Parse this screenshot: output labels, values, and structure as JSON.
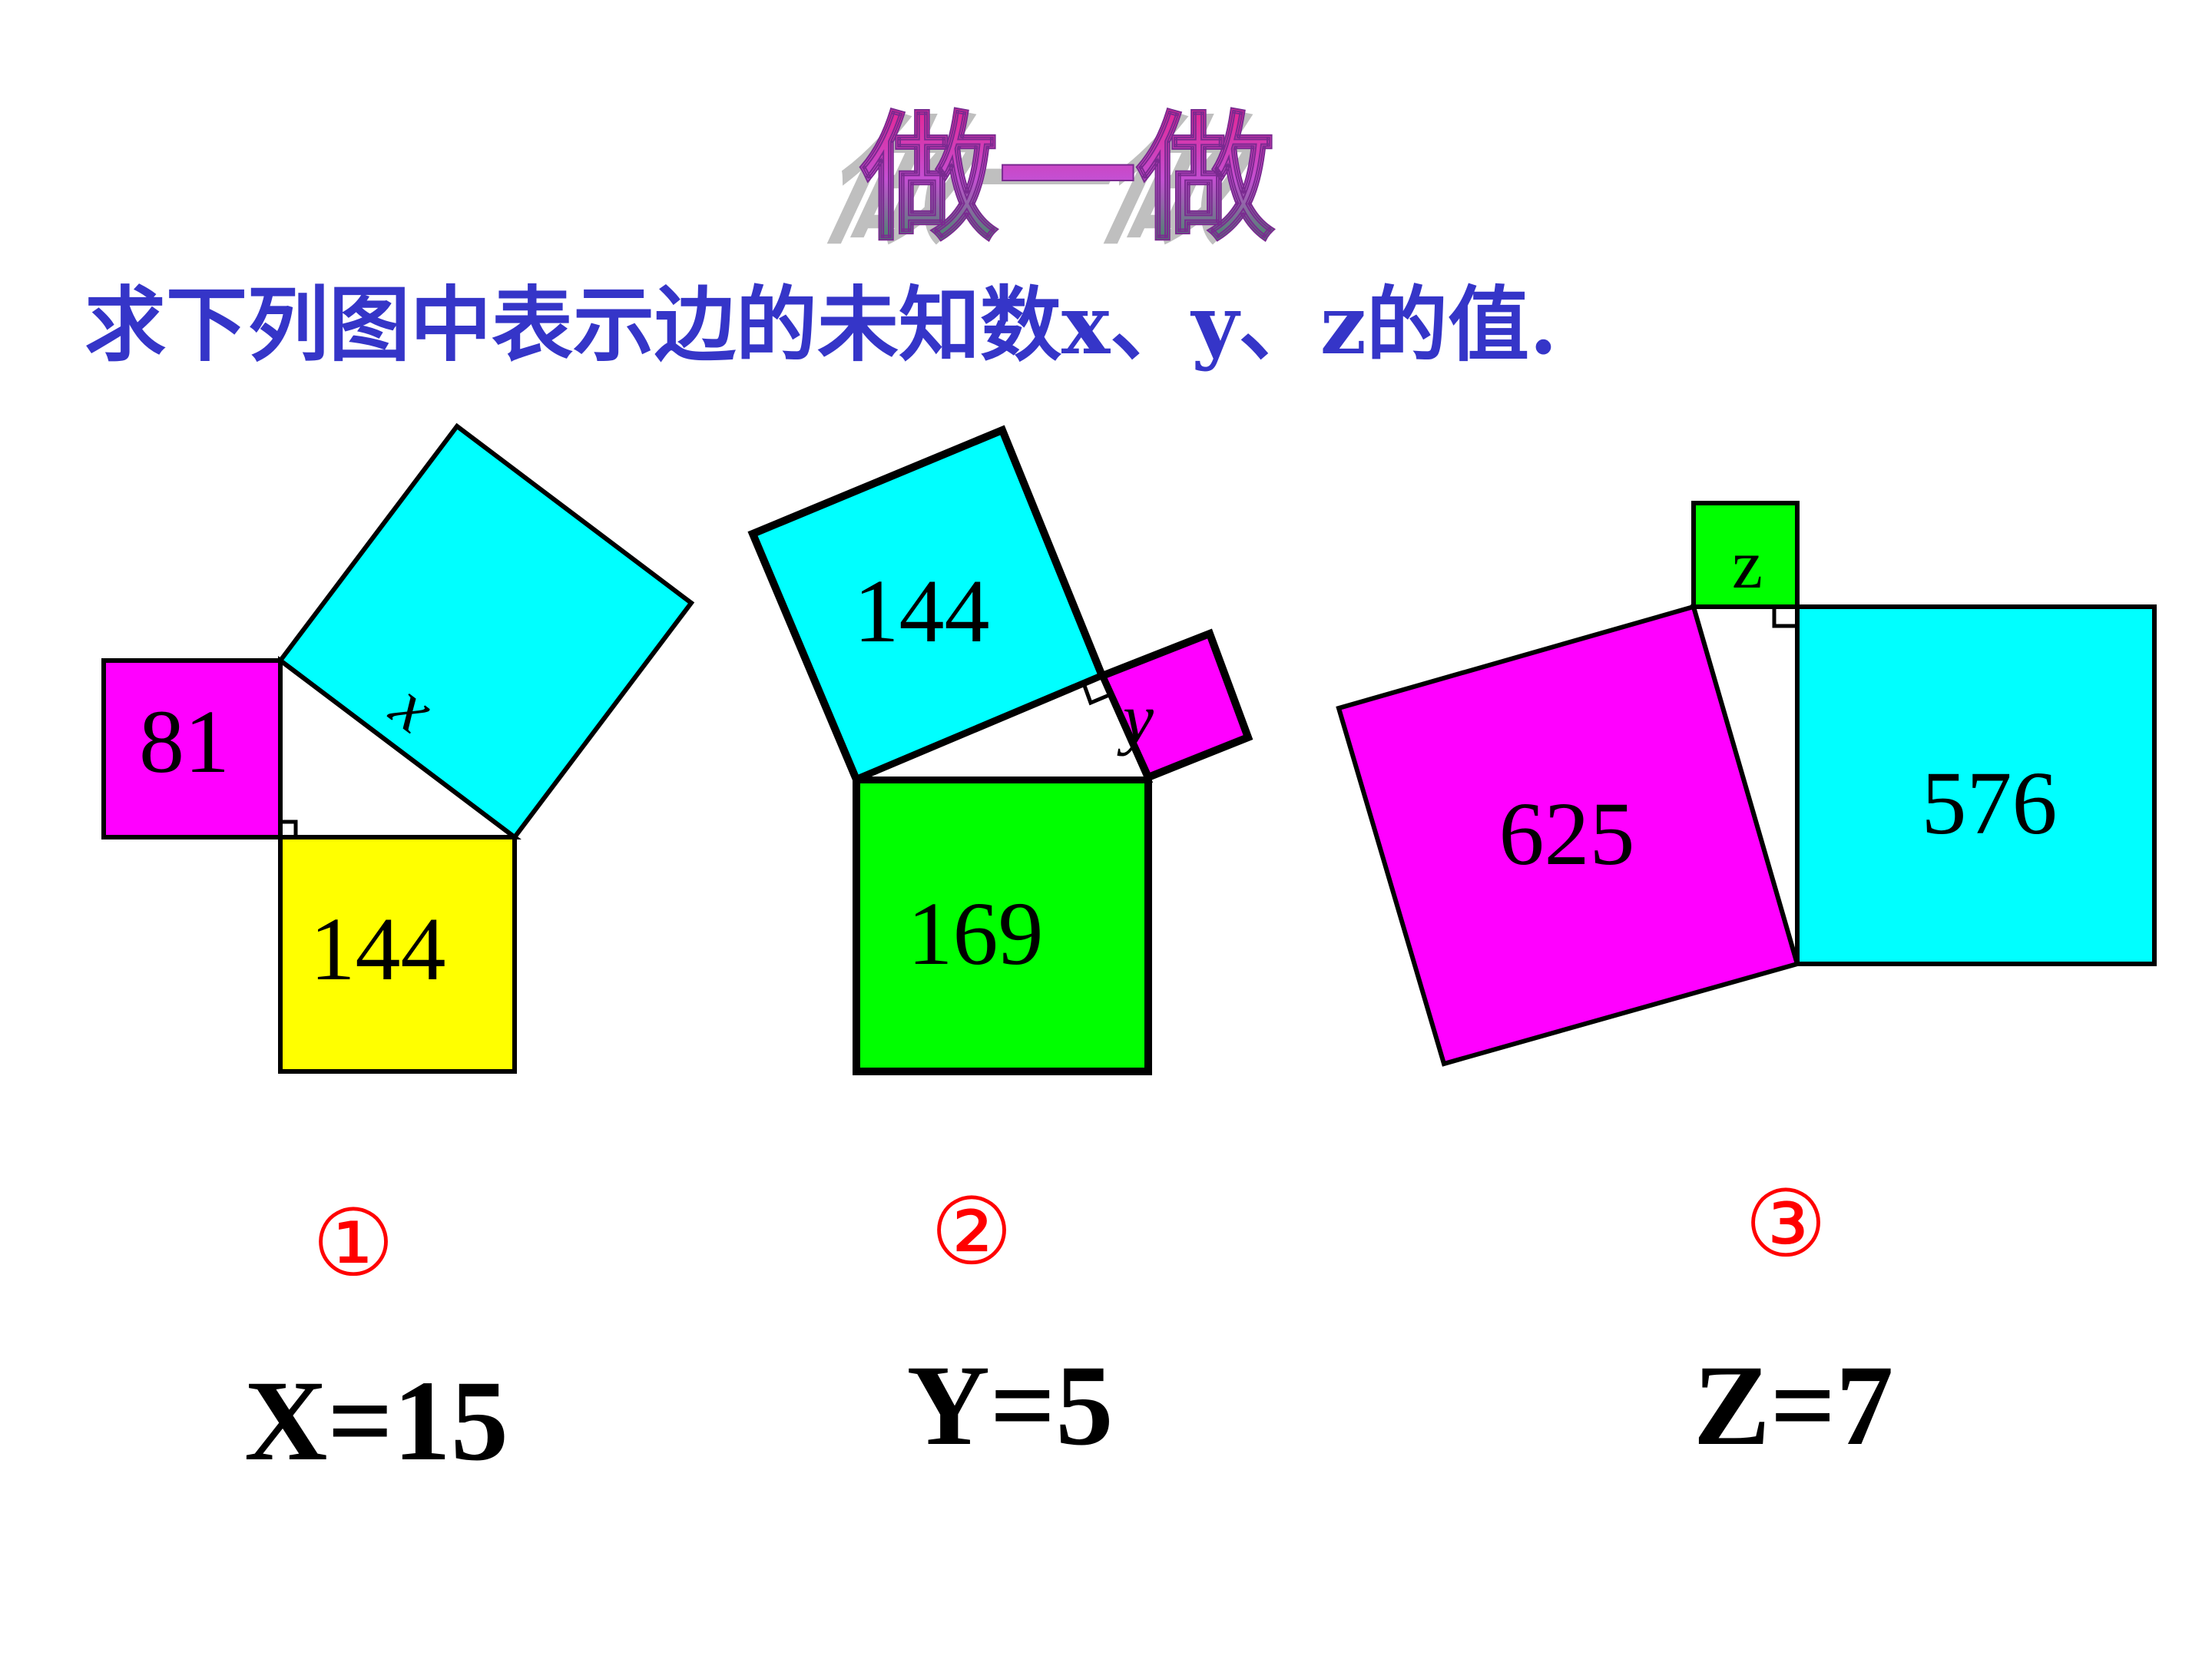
{
  "title": "做一做",
  "question": "求下列图中表示边的未知数x、y、z的值.",
  "colors": {
    "title_top": "#e8218c",
    "title_mid": "#c44fd2",
    "title_bottom": "#1f9a4a",
    "title_shadow": "#8c8c8c",
    "question": "#3535c8",
    "magenta": "#ff00ff",
    "cyan": "#00ffff",
    "yellow": "#ffff00",
    "green": "#00ff00",
    "outline": "#000000",
    "number_mark": "#ff0000",
    "answer": "#000000"
  },
  "figures": [
    {
      "number": "①",
      "answer": "X=15",
      "squares": [
        {
          "color": "magenta",
          "label": "81"
        },
        {
          "color": "cyan",
          "label": "x"
        },
        {
          "color": "yellow",
          "label": "144"
        }
      ]
    },
    {
      "number": "②",
      "answer": "Y=5",
      "squares": [
        {
          "color": "cyan",
          "label": "144"
        },
        {
          "color": "magenta",
          "label": "y"
        },
        {
          "color": "green",
          "label": "169"
        }
      ]
    },
    {
      "number": "③",
      "answer": "Z=7",
      "squares": [
        {
          "color": "green",
          "label": "z"
        },
        {
          "color": "magenta",
          "label": "625"
        },
        {
          "color": "cyan",
          "label": "576"
        }
      ]
    }
  ]
}
